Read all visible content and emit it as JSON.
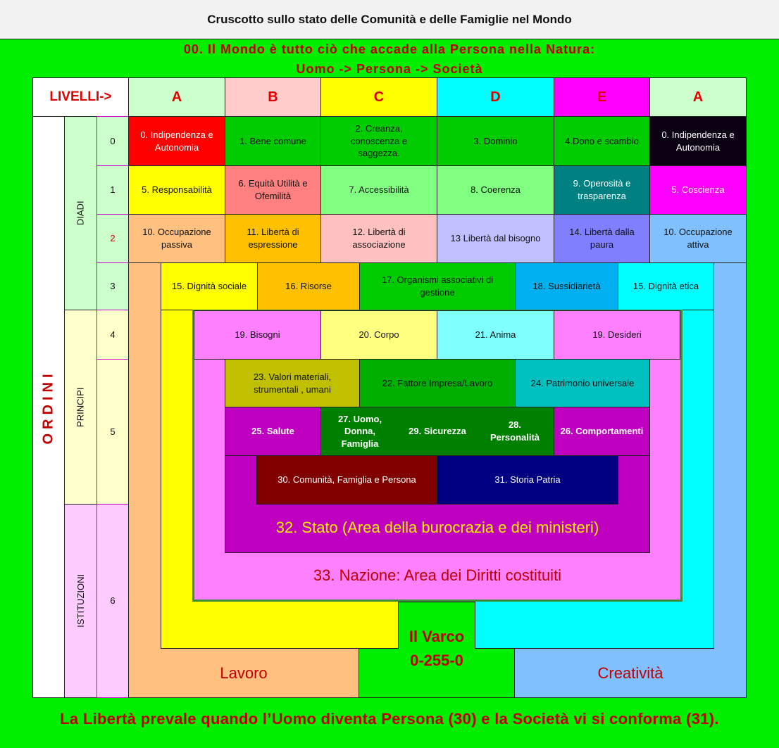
{
  "title": "Cruscotto sullo stato delle Comunità e delle Famiglie nel Mondo",
  "subtitle_line1": "00. Il Mondo è tutto ciò che accade alla Persona nella Natura:",
  "subtitle_line2": "Uomo -> Persona -> Società",
  "livelli_label": "LIVELLI->",
  "columns": [
    "A",
    "B",
    "C",
    "D",
    "E",
    "A"
  ],
  "ordini_label": "ORDINI",
  "groups": {
    "diadi": "DIADI",
    "principi": "PRINCIPI",
    "istituzioni": "ISTITUZIONI"
  },
  "rows": [
    "0",
    "1",
    "2",
    "3",
    "4",
    "5",
    "6"
  ],
  "row0": [
    "0. Indipendenza e Autonomia",
    "1. Bene comune",
    "2. Creanza, conoscenza e saggezza.",
    "3. Dominio",
    "4.Dono e scambio",
    "0. Indipendenza e Autonomia"
  ],
  "row1": [
    "5. Responsabilità",
    "6. Equità Utilità e Ofemilità",
    "7. Accessibilità",
    "8. Coerenza",
    "9. Operosità e trasparenza",
    "5. Coscienza"
  ],
  "row2": [
    "10. Occupazione passiva",
    "11. Libertà di espressione",
    "12. Libertà di associazione",
    "13 Libertà dal bisogno",
    "14. Libertà dalla paura",
    "10. Occupazione attiva"
  ],
  "row3": [
    "15. Dignità sociale",
    "16. Risorse",
    "17. Organismi associativi di gestione",
    "18. Sussidiarietà",
    "15. Dignità etica"
  ],
  "row4": [
    "19. Bisogni",
    "20. Corpo",
    "21. Anima",
    "19. Desideri"
  ],
  "row5a": [
    "23. Valori materiali, strumentali , umani",
    "22. Fattore Impresa/Lavoro",
    "24. Patrimonio universale"
  ],
  "row5b": [
    "25. Salute",
    "27. Uomo, Donna, Famiglia",
    "29. Sicurezza",
    "28. Personalità",
    "26. Comportamenti"
  ],
  "row5c": [
    "30. Comunità, Famiglia e Persona",
    "31. Storia Patria"
  ],
  "stato": "32. Stato (Area della burocrazia e dei ministeri)",
  "nazione": "33. Nazione: Area dei Diritti costituiti",
  "varco_line1": "Il Varco",
  "varco_line2": "0-255-0",
  "lavoro": "Lavoro",
  "creativita": "Creatività",
  "footer": "La Libertà prevale quando l’Uomo diventa Persona (30) e la Società vi si conforma (31).",
  "colors": {
    "frame_green": "#00ee00",
    "title_text": "#c00000",
    "stato_text": "#ffee00"
  }
}
